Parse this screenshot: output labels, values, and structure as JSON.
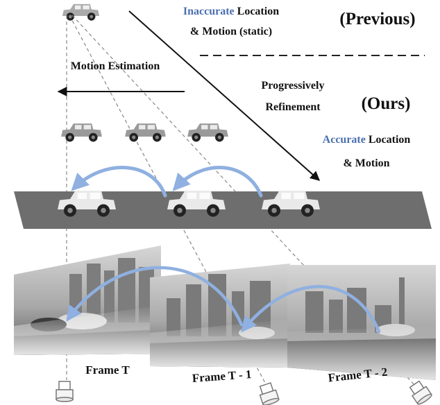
{
  "texts": {
    "previous_desc_accent": "Inaccurate",
    "previous_desc_line1_rest": " Location",
    "previous_desc_line2": "& Motion (static)",
    "previous_tag": "(Previous)",
    "motion_estimation": "Motion Estimation",
    "progressive_line1": "Progressively",
    "progressive_line2": "Refinement",
    "ours_tag": "(Ours)",
    "ours_desc_accent": "Accurate",
    "ours_desc_line1_rest": " Location",
    "ours_desc_line2": "& Motion",
    "frames": [
      "Frame T",
      "Frame T - 1",
      "Frame T - 2"
    ]
  },
  "colors": {
    "accent_blue": "#4a6fb0",
    "arc_blue": "#8fb0e0",
    "road_gray": "#6e6e6e",
    "text_black": "#111111"
  },
  "icons": [
    "car-icon",
    "camera-icon"
  ]
}
